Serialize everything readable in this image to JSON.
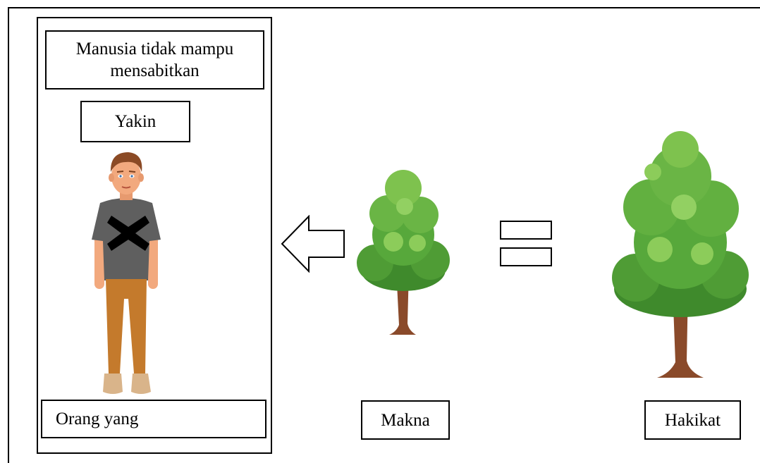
{
  "panel": {
    "top_label": "Manusia tidak mampu mensabitkan",
    "middle_label": "Yakin",
    "bottom_label": "Orang yang"
  },
  "center": {
    "label": "Makna"
  },
  "right": {
    "label": "Hakikat"
  },
  "icons": {
    "person": "person-illustration",
    "cross": "x-mark-icon",
    "arrow": "left-arrow-icon",
    "equals": "equals-sign-icon",
    "tree": "tree-illustration"
  },
  "colors": {
    "line": "#000000",
    "shirt": "#5f5f5f",
    "pants": "#c47a2c",
    "skin": "#f2a97e",
    "hair": "#8b4a25",
    "foliage_dark": "#3f8a2c",
    "foliage_light": "#7ec24e",
    "trunk": "#8a4a2a"
  }
}
